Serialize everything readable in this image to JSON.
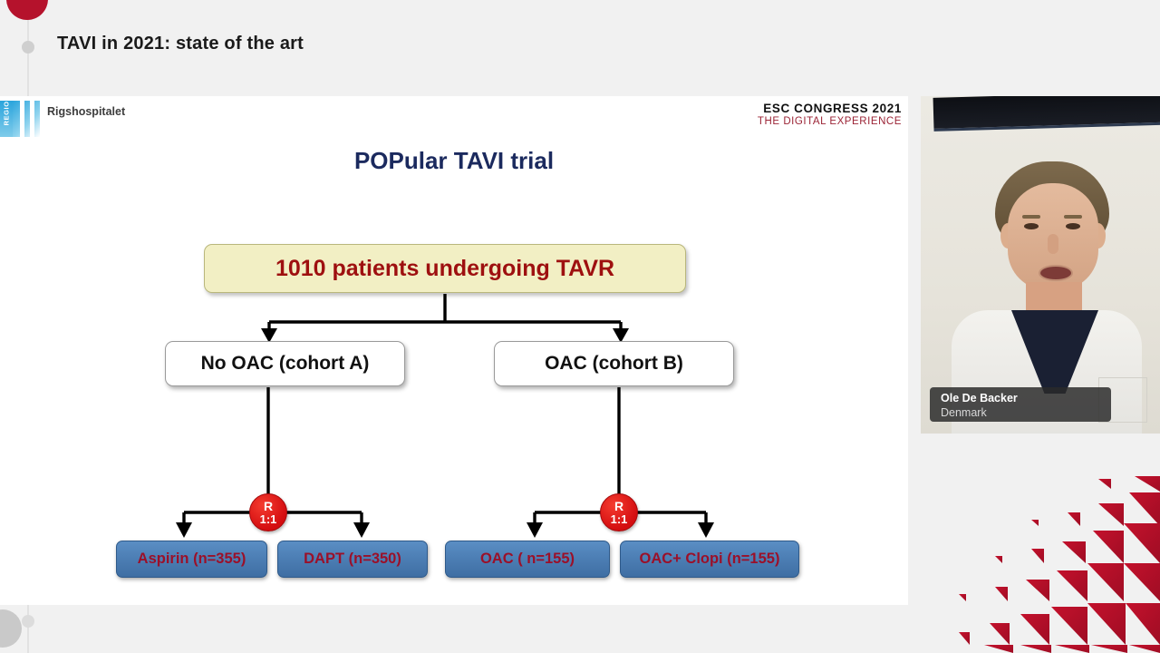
{
  "header": {
    "title": "TAVI in 2021: state of the art"
  },
  "slide": {
    "hospital": "Rigshospitalet",
    "region_logo_text": "REGION",
    "esc_line1": "ESC CONGRESS 2021",
    "esc_line2": "THE DIGITAL EXPERIENCE",
    "title": "POPular TAVI trial"
  },
  "chart_data": {
    "type": "diagram",
    "title": "POPular TAVI trial",
    "root": {
      "label": "1010 patients undergoing TAVR",
      "n": 1010
    },
    "cohorts": [
      {
        "label": "No OAC (cohort A)",
        "randomization": {
          "letter": "R",
          "ratio": "1:1"
        },
        "arms": [
          {
            "label": "Aspirin (n=355)",
            "n": 355
          },
          {
            "label": "DAPT (n=350)",
            "n": 350
          }
        ]
      },
      {
        "label": "OAC (cohort B)",
        "randomization": {
          "letter": "R",
          "ratio": "1:1"
        },
        "arms": [
          {
            "label": "OAC ( n=155)",
            "n": 155
          },
          {
            "label": "OAC+ Clopi (n=155)",
            "n": 155
          }
        ]
      }
    ],
    "colors": {
      "root_fill": "#f2efc4",
      "root_text": "#9e1010",
      "cohort_fill": "#ffffff",
      "cohort_text": "#111111",
      "arm_fill": "#4d7fb5",
      "arm_text": "#9b1029",
      "randomization_fill": "#d40d10",
      "title_color": "#1b2a5e"
    }
  },
  "video": {
    "speaker_name": "Ole De Backer",
    "speaker_country": "Denmark"
  },
  "theme": {
    "background": "#f1f1f1",
    "accent_red": "#b5122c",
    "slide_background": "#ffffff"
  }
}
